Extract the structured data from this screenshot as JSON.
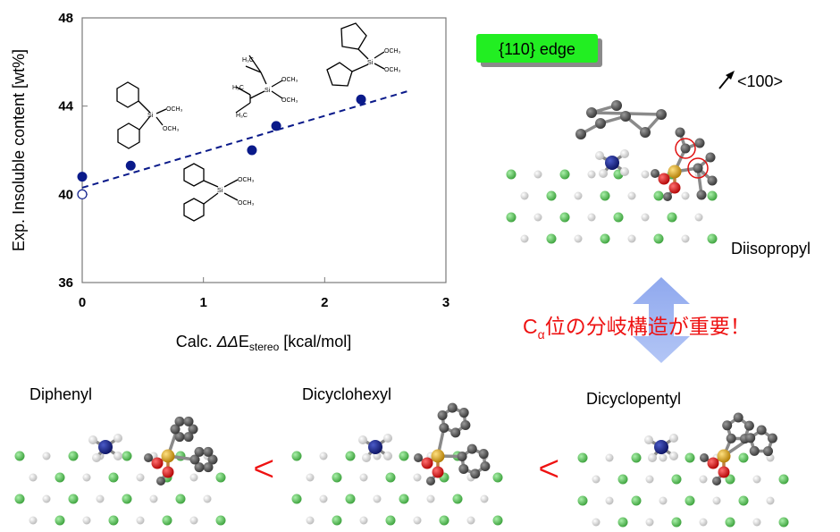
{
  "chart_data": {
    "type": "scatter",
    "xlabel": {
      "prefix": "Calc. ",
      "delta": "ΔΔ",
      "main": "E",
      "sub": "stereo",
      "suffix": " [kcal/mol]"
    },
    "ylabel": "Exp. Insoluble content [wt%]",
    "xlim": [
      0,
      3
    ],
    "ylim": [
      36,
      48
    ],
    "xticks": [
      "0",
      "1",
      "2",
      "3"
    ],
    "yticks": [
      "36",
      "40",
      "44",
      "48"
    ],
    "grid": false,
    "series": [
      {
        "marker": "filled-circle",
        "color": "#0a1a8a",
        "x": [
          0.0,
          0.4,
          1.4,
          1.6,
          2.3
        ],
        "y": [
          40.8,
          41.3,
          42.0,
          43.1,
          44.3
        ]
      },
      {
        "marker": "open-circle",
        "color": "#0a1a8a",
        "x": [
          0.0
        ],
        "y": [
          40.0
        ]
      }
    ],
    "trendline": {
      "style": "dashed",
      "color": "#0a1a8a",
      "x": [
        0.0,
        2.7
      ],
      "y": [
        40.3,
        44.7
      ]
    }
  },
  "edge_label": "{110} edge",
  "direction_label": "<100>",
  "molecule_labels": {
    "diisopropyl": "Diisopropyl",
    "diphenyl": "Diphenyl",
    "dicyclohexyl": "Dicyclohexyl",
    "dicyclopentyl": "Dicyclopentyl"
  },
  "comparator": "<",
  "note": {
    "c": "C",
    "sub": "α",
    "rest": "位の分岐構造が重要！"
  },
  "structure_text": {
    "methoxy": "OCH₃",
    "methyl": "H₃C",
    "si": "Si"
  },
  "colors": {
    "surface_green": "#66cc66",
    "hydrogen": "#e6e6e6",
    "carbon": "#555555",
    "nitrogen": "#1a237e",
    "oxygen": "#e01010",
    "silicon": "#e0a020",
    "badge_green": "#22ee22",
    "note_red": "#ee1111",
    "arrow_blue": "#9bb3f0"
  }
}
